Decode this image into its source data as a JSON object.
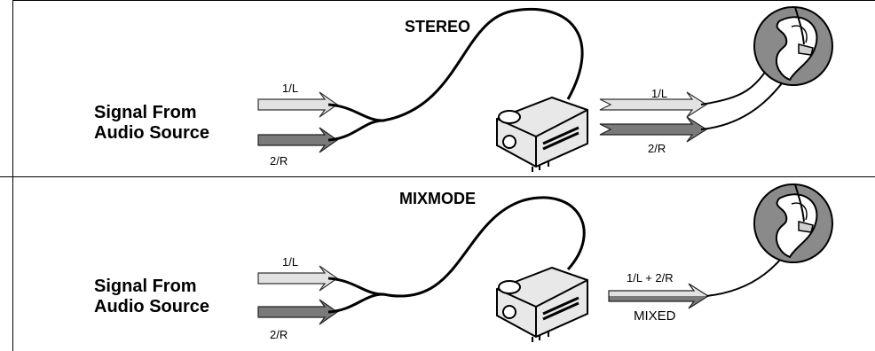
{
  "stereo": {
    "title": "STEREO",
    "source_line1": "Signal From",
    "source_line2": "Audio Source",
    "in_left": "1/L",
    "in_right": "2/R",
    "out_left": "1/L",
    "out_right": "2/R"
  },
  "mix": {
    "title": "MIXMODE",
    "source_line1": "Signal From",
    "source_line2": "Audio Source",
    "in_left": "1/L",
    "in_right": "2/R",
    "out_combined": "1/L + 2/R",
    "out_mixed": "MIXED"
  },
  "colors": {
    "left_channel": "#e2e2e2",
    "right_channel": "#7a7a7a",
    "ear_bg": "#8a8a8a",
    "device": "#e8e8e8"
  }
}
